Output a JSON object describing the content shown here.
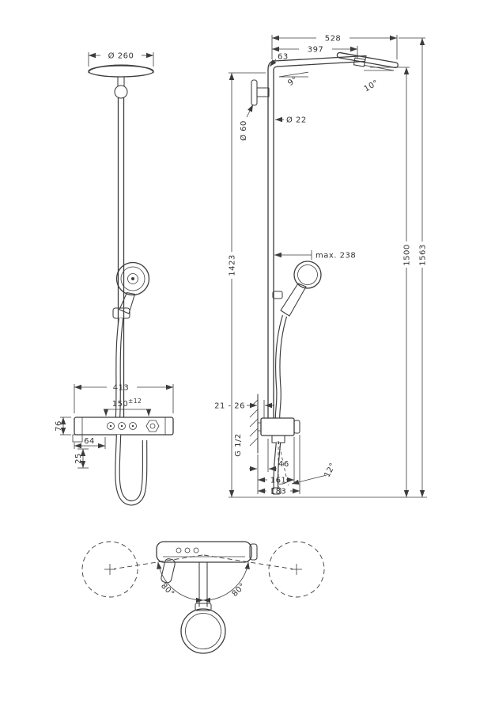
{
  "page": {
    "background": "#ffffff",
    "line_color": "#3c3c3c"
  },
  "front_view": {
    "head_diameter": "Ø 260",
    "width": "413",
    "inlet_spacing": "150",
    "inlet_tolerance": "±12",
    "body_height": "76",
    "offset_64": "64",
    "offset_25": "25"
  },
  "side_view": {
    "top_width": "528",
    "arm_projection": "397",
    "offset_63": "63",
    "arm_angle": "9°",
    "head_angle": "10°",
    "escutcheon_diameter": "Ø 60",
    "pipe_diameter": "Ø 22",
    "pole_height": "1423",
    "height_to_arm": "1500",
    "total_height": "1563",
    "max_reach": "max. 238",
    "wall_distance": "21 - 26",
    "thread_size": "G 1/2",
    "depth_46": "46",
    "depth_161": "161",
    "depth_183": "183",
    "tilt_angle": "12°"
  },
  "top_view": {
    "swing_left": "80°",
    "swing_right": "80°"
  }
}
